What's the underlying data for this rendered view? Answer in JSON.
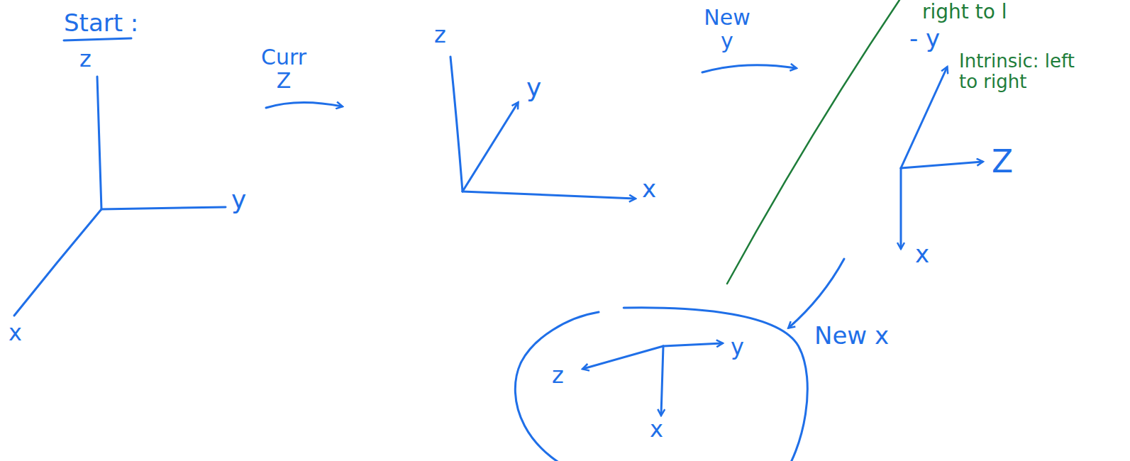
{
  "diagram": {
    "nodes": [
      {
        "text": [
          "y",
          "z",
          "x"
        ]
      }
    ],
    "labels": [
      "Start :",
      "z",
      "y",
      "x",
      "Curr Z",
      "z",
      "y",
      "x",
      "New y",
      "right to l",
      "- y",
      "Intrinsic: left to right",
      "Z",
      "x",
      "New x"
    ]
  }
}
